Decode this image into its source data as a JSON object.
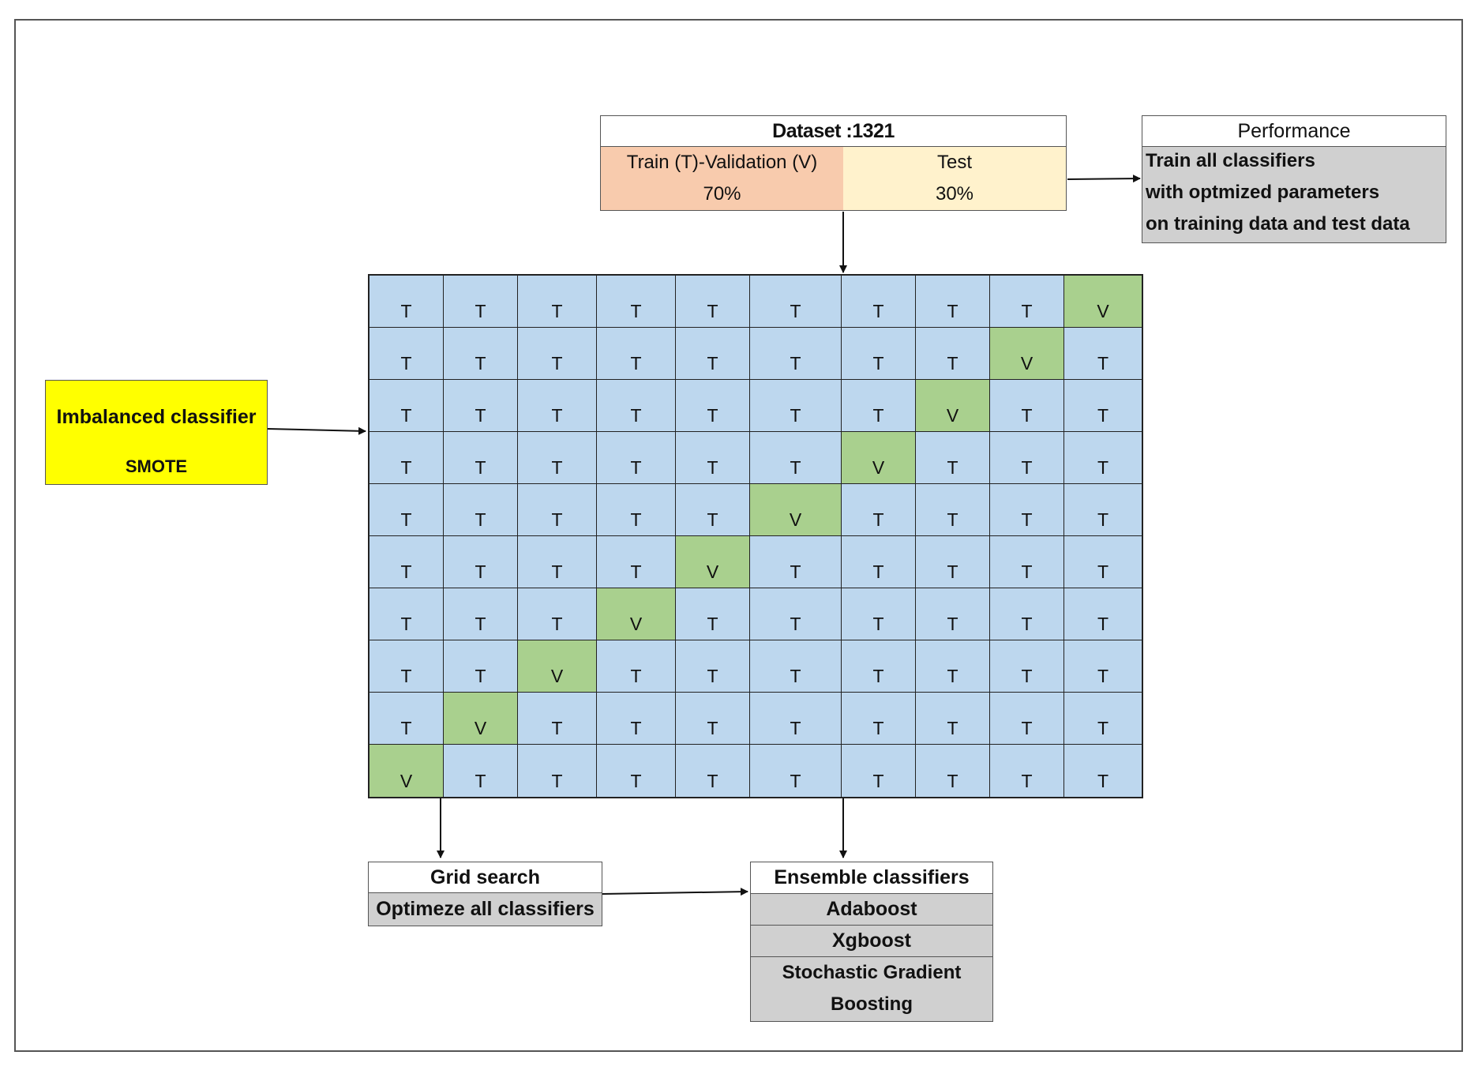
{
  "dataset": {
    "title": "Dataset :1321",
    "train_label": "Train (T)-Validation (V)",
    "train_pct": "70%",
    "test_label": "Test",
    "test_pct": "30%",
    "train_color": "#f8cbad",
    "test_color": "#fff2cc"
  },
  "performance": {
    "title": "Performance",
    "lines": [
      "Train all classifiers",
      "with optmized parameters",
      "on training data and test data"
    ]
  },
  "imbalanced": {
    "title": "Imbalanced classifier",
    "method": "SMOTE",
    "color": "#ffff00"
  },
  "grid": {
    "train_label": "T",
    "validation_label": "V",
    "rows": 10,
    "cols": 10,
    "train_color": "#bdd7ee",
    "validation_color": "#a9d08e"
  },
  "grid_search": {
    "title": "Grid search",
    "body": "Optimeze all classifiers"
  },
  "ensemble": {
    "title": "Ensemble classifiers",
    "items": [
      "Adaboost",
      "Xgboost"
    ],
    "last_line1": "Stochastic Gradient",
    "last_line2": "Boosting"
  }
}
